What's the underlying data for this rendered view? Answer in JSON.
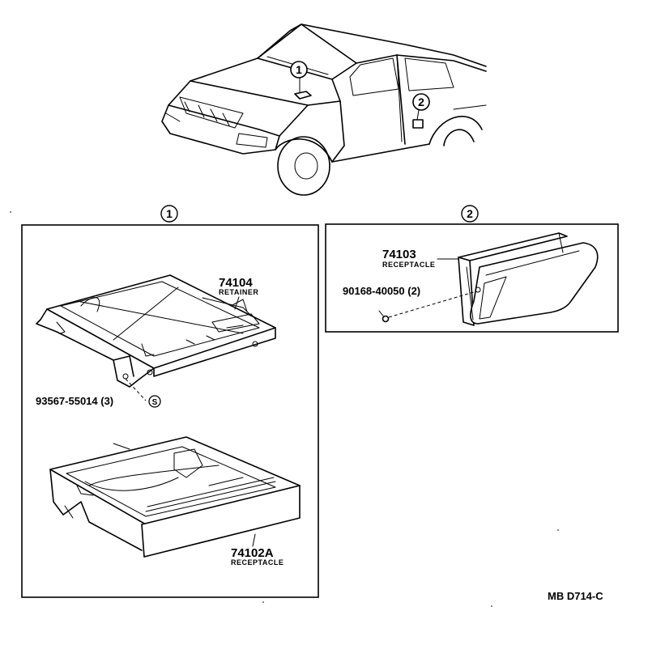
{
  "callouts": {
    "one": "1",
    "two": "2"
  },
  "panel_one": {
    "retainer": {
      "part_number": "74104",
      "name": "RETAINER"
    },
    "screw": {
      "part_number": "93567-55014 (3)",
      "symbol": "S"
    },
    "receptacle": {
      "part_number": "74102A",
      "name": "RECEPTACLE"
    }
  },
  "panel_two": {
    "receptacle": {
      "part_number": "74103",
      "name": "RECEPTACLE"
    },
    "screw": {
      "part_number": "90168-40050 (2)"
    }
  },
  "diagram_code": "MB D714-C"
}
